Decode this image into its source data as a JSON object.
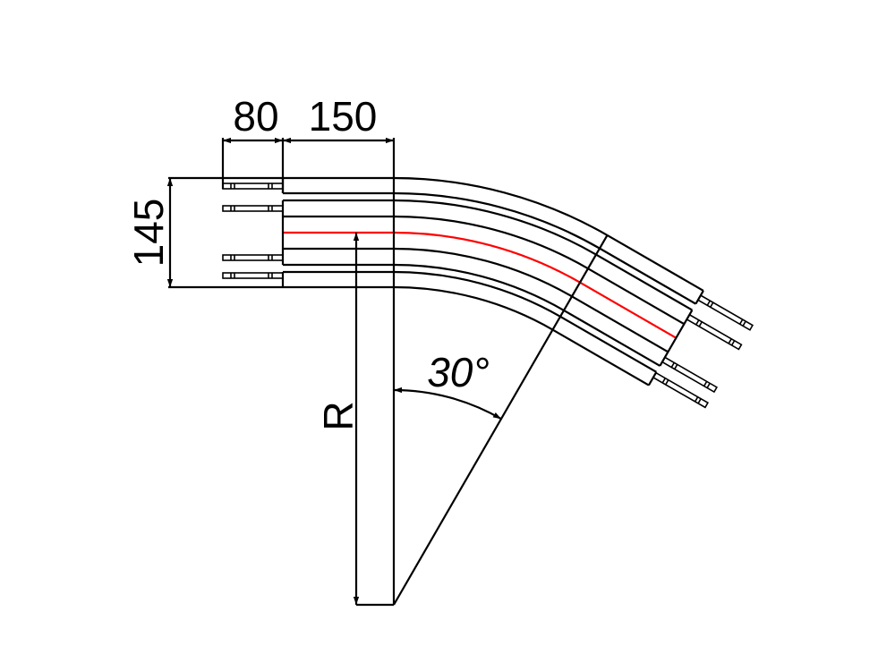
{
  "drawing": {
    "dimensions": {
      "connector_length": "80",
      "straight_length": "150",
      "width": "145",
      "radius": "R",
      "angle": "30°"
    },
    "colors": {
      "line": "#000000",
      "centerline": "#ff0000",
      "background": "#ffffff"
    },
    "angle_degrees": 30
  }
}
